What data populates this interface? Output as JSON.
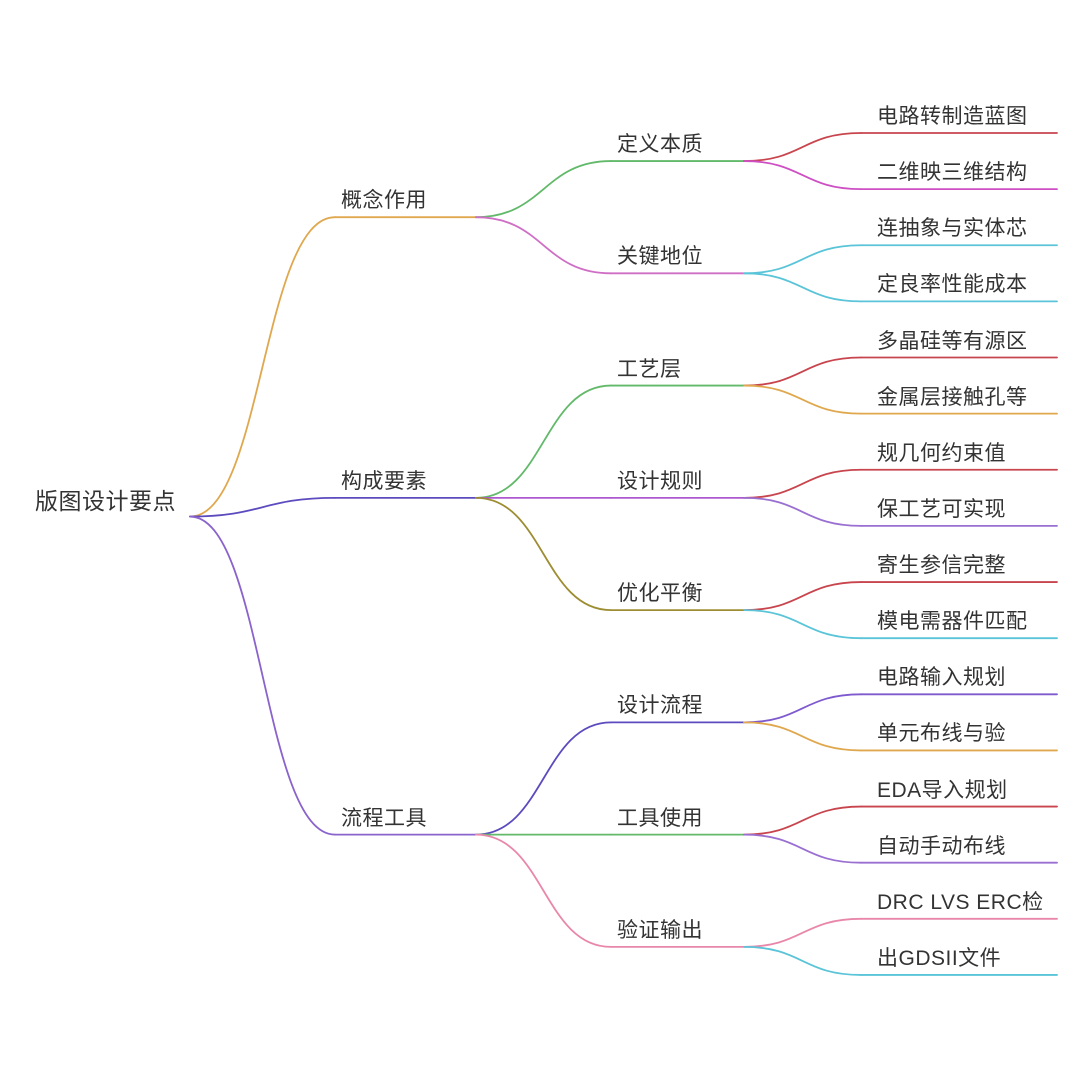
{
  "canvas": {
    "background": "#ffffff",
    "text_color": "#333333"
  },
  "mindmap": {
    "root": {
      "label": "版图设计要点"
    },
    "branches": [
      {
        "label": "概念作用",
        "color": "#e0a84e",
        "children": [
          {
            "label": "定义本质",
            "color": "#62b96a",
            "children": [
              {
                "label": "电路转制造蓝图",
                "color": "#c8454e"
              },
              {
                "label": "二维映三维结构",
                "color": "#cd4fc3"
              }
            ]
          },
          {
            "label": "关键地位",
            "color": "#cf6ec5",
            "children": [
              {
                "label": "连抽象与实体芯",
                "color": "#5ac4d8"
              },
              {
                "label": "定良率性能成本",
                "color": "#5ac4d8"
              }
            ]
          }
        ]
      },
      {
        "label": "构成要素",
        "color": "#5b4bbf",
        "children": [
          {
            "label": "工艺层",
            "color": "#62b96a",
            "children": [
              {
                "label": "多晶硅等有源区",
                "color": "#c8454e"
              },
              {
                "label": "金属层接触孔等",
                "color": "#e0a84e"
              }
            ]
          },
          {
            "label": "设计规则",
            "color": "#ae58cf",
            "children": [
              {
                "label": "规几何约束值",
                "color": "#c8454e"
              },
              {
                "label": "保工艺可实现",
                "color": "#9a6fd2"
              }
            ]
          },
          {
            "label": "优化平衡",
            "color": "#9d8d33",
            "children": [
              {
                "label": "寄生参信完整",
                "color": "#c8454e"
              },
              {
                "label": "模电需器件匹配",
                "color": "#5ac4d8"
              }
            ]
          }
        ]
      },
      {
        "label": "流程工具",
        "color": "#8a63cc",
        "children": [
          {
            "label": "设计流程",
            "color": "#5b4bbf",
            "children": [
              {
                "label": "电路输入规划",
                "color": "#7e5ace"
              },
              {
                "label": "单元布线与验",
                "color": "#e0a84e"
              }
            ]
          },
          {
            "label": "工具使用",
            "color": "#62b96a",
            "children": [
              {
                "label": "EDA导入规划",
                "color": "#c8454e"
              },
              {
                "label": "自动手动布线",
                "color": "#9a6fd2"
              }
            ]
          },
          {
            "label": "验证输出",
            "color": "#e987ab",
            "children": [
              {
                "label": "DRC LVS ERC检",
                "color": "#e987ab"
              },
              {
                "label": "出GDSII文件",
                "color": "#5ac4d8"
              }
            ]
          }
        ]
      }
    ]
  }
}
